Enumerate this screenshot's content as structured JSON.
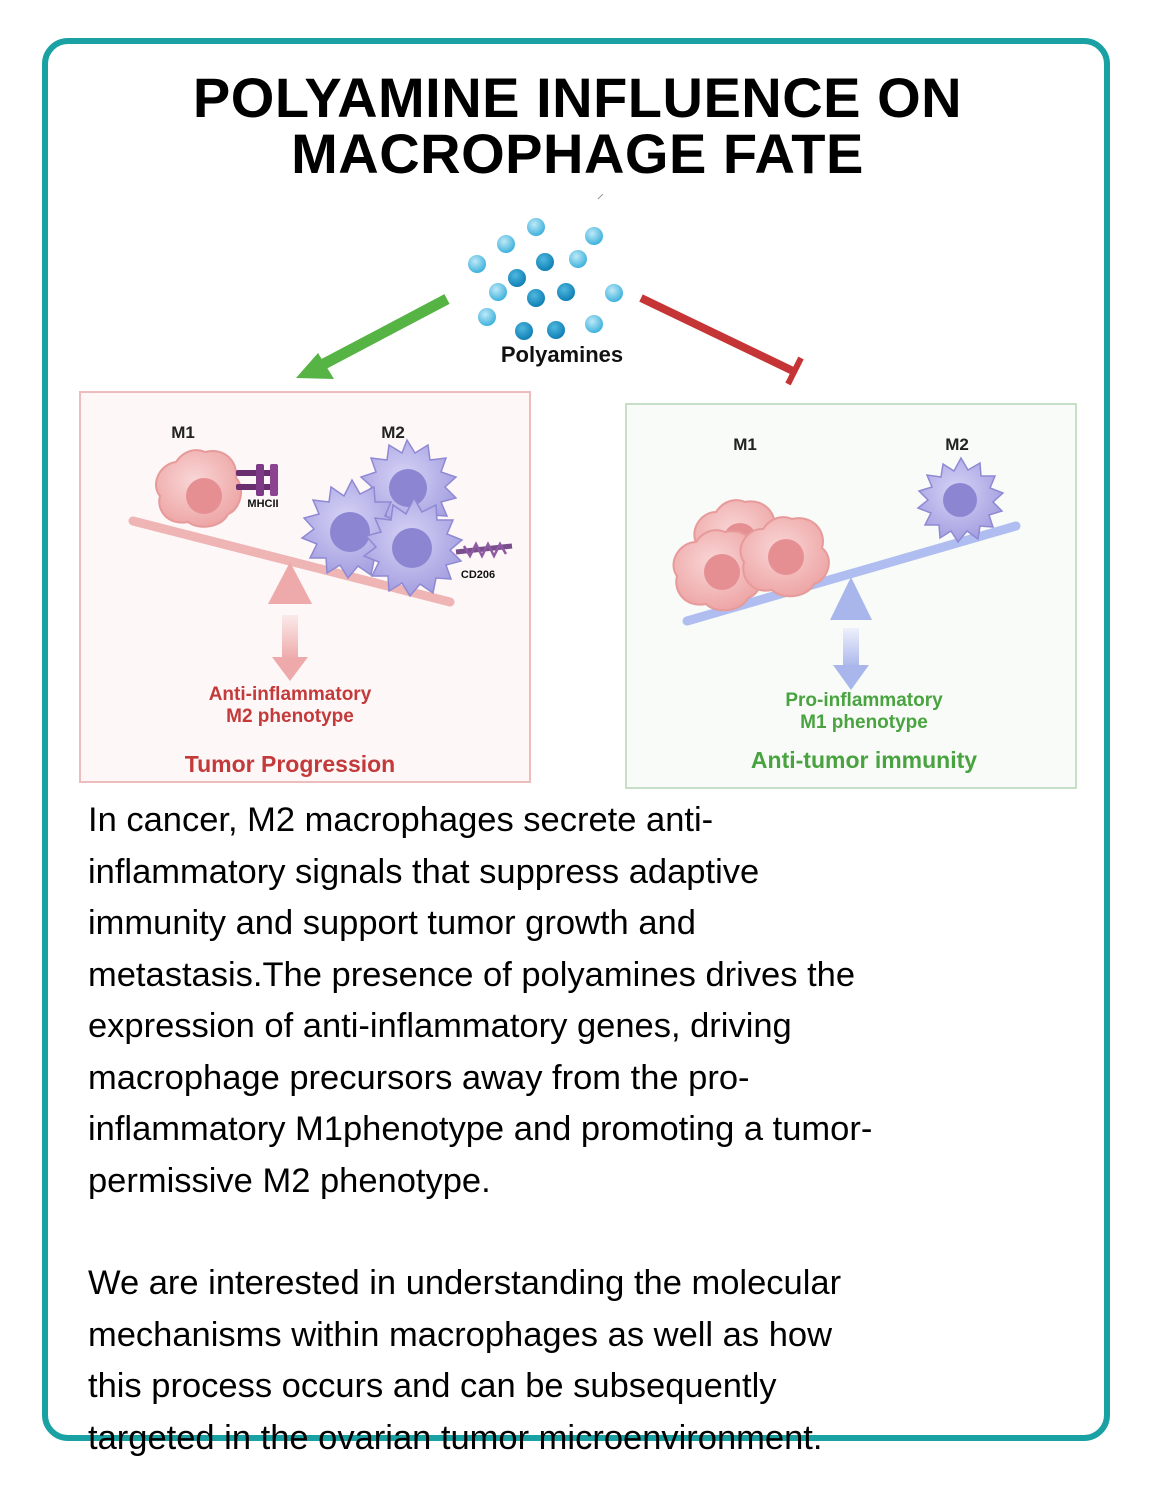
{
  "title": {
    "line1": "POLYAMINE INFLUENCE ON",
    "line2": "MACROPHAGE FATE"
  },
  "polyamines": {
    "label": "Polyamines"
  },
  "left_panel": {
    "m1_label": "M1",
    "m2_label": "M2",
    "mhc_label": "MHCII",
    "cd206_label": "CD206",
    "phenotype_line1": "Anti-inflammatory",
    "phenotype_line2": "M2 phenotype",
    "outcome": "Tumor Progression"
  },
  "right_panel": {
    "m1_label": "M1",
    "m2_label": "M2",
    "phenotype_line1": "Pro-inflammatory",
    "phenotype_line2": "M1 phenotype",
    "outcome": "Anti-tumor immunity"
  },
  "body": {
    "paragraph1_lines": [
      "In cancer, M2 macrophages secrete anti-",
      "inflammatory signals that suppress adaptive",
      "immunity and support tumor growth and",
      "metastasis.The presence of polyamines drives the",
      "expression of anti-inflammatory genes, driving",
      "macrophage precursors away from the pro-",
      "inflammatory M1phenotype and promoting a tumor-",
      "permissive M2 phenotype."
    ],
    "paragraph2_lines": [
      "We are interested in understanding the molecular",
      "mechanisms within macrophages as well as how",
      "this process occurs and can be subsequently",
      "targeted in the ovarian tumor microenvironment."
    ]
  },
  "colors": {
    "frame": "#1aa1a4",
    "promote_arrow": "#55b443",
    "inhibit_arrow": "#c63535",
    "left_text": "#c43a3a",
    "right_text": "#4aa341",
    "m1_cell": "#f2b5b5",
    "m2_cell": "#b3aee6"
  }
}
